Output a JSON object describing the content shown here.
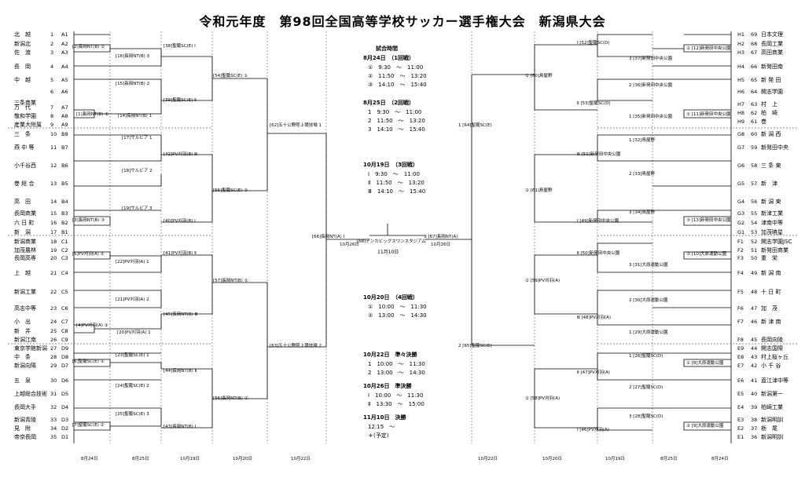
{
  "title": "令和元年度　第98回全国高等学校サッカー選手権大会　新潟県大会",
  "left_teams": [
    {
      "name": "北　越",
      "no": "1",
      "slot": "A1"
    },
    {
      "name": "新潟北",
      "no": "2",
      "slot": "A2"
    },
    {
      "name": "佐　渡",
      "no": "3",
      "slot": "A3"
    },
    {
      "name": "長　岡",
      "no": "4",
      "slot": "A4"
    },
    {
      "name": "中　越",
      "no": "5",
      "slot": "A5"
    },
    {
      "name": "",
      "no": "6",
      "slot": "A6"
    },
    {
      "name": "三条商業",
      "no": "",
      "slot": ""
    },
    {
      "name": "万　代",
      "no": "7",
      "slot": "A7"
    },
    {
      "name": "敬和学園",
      "no": "8",
      "slot": "A8"
    },
    {
      "name": "産業大附属",
      "no": "9",
      "slot": "A9"
    },
    {
      "name": "三　条",
      "no": "10",
      "slot": "B8"
    },
    {
      "name": "燕 中 等",
      "no": "11",
      "slot": "B7"
    },
    {
      "name": "小千谷西",
      "no": "12",
      "slot": "B6"
    },
    {
      "name": "巻 総 合",
      "no": "13",
      "slot": "B5"
    },
    {
      "name": "高　田",
      "no": "14",
      "slot": "B4"
    },
    {
      "name": "長岡商業",
      "no": "15",
      "slot": "B3"
    },
    {
      "name": "六 日 町",
      "no": "16",
      "slot": "B2"
    },
    {
      "name": "新　潟",
      "no": "17",
      "slot": "B1"
    },
    {
      "name": "新潟商業",
      "no": "18",
      "slot": "C1"
    },
    {
      "name": "加茂農林",
      "no": "19",
      "slot": "C2"
    },
    {
      "name": "長岡高専",
      "no": "20",
      "slot": "C3"
    },
    {
      "name": "上　越",
      "no": "21",
      "slot": "C4"
    },
    {
      "name": "新潟工業",
      "no": "22",
      "slot": "C5"
    },
    {
      "name": "高志中等",
      "no": "23",
      "slot": "C6"
    },
    {
      "name": "小　出",
      "no": "24",
      "slot": "C7"
    },
    {
      "name": "新　井",
      "no": "25",
      "slot": "C8"
    },
    {
      "name": "新潟江南",
      "no": "26",
      "slot": "C9"
    },
    {
      "name": "東京学館新潟",
      "no": "27",
      "slot": "D9"
    },
    {
      "name": "中　条",
      "no": "28",
      "slot": "D8"
    },
    {
      "name": "新潟向陽",
      "no": "29",
      "slot": "D7"
    },
    {
      "name": "五　泉",
      "no": "30",
      "slot": "D6"
    },
    {
      "name": "上越総合技術",
      "no": "31",
      "slot": "D5"
    },
    {
      "name": "長岡大手",
      "no": "32",
      "slot": "D4"
    },
    {
      "name": "新潟青陵",
      "no": "33",
      "slot": "D3"
    },
    {
      "name": "見　附",
      "no": "34",
      "slot": "D2"
    },
    {
      "name": "帝京長岡",
      "no": "35",
      "slot": "D1"
    }
  ],
  "right_teams": [
    {
      "slot": "H1",
      "no": "69",
      "name": "日本文理"
    },
    {
      "slot": "H2",
      "no": "68",
      "name": "長岡工業"
    },
    {
      "slot": "H3",
      "no": "67",
      "name": "高田商業"
    },
    {
      "slot": "H4",
      "no": "66",
      "name": "新発田南"
    },
    {
      "slot": "H5",
      "no": "65",
      "name": "新 発 田"
    },
    {
      "slot": "H6",
      "no": "64",
      "name": "開志学園"
    },
    {
      "slot": "H7",
      "no": "63",
      "name": "村　上"
    },
    {
      "slot": "H8",
      "no": "62",
      "name": "柏　崎"
    },
    {
      "slot": "H9",
      "no": "61",
      "name": "巻"
    },
    {
      "slot": "G8",
      "no": "60",
      "name": "新 潟 西"
    },
    {
      "slot": "G7",
      "no": "59",
      "name": "新発田中央"
    },
    {
      "slot": "G6",
      "no": "58",
      "name": "三 条 東"
    },
    {
      "slot": "G5",
      "no": "57",
      "name": "新　津"
    },
    {
      "slot": "G4",
      "no": "56",
      "name": "新 潟 東"
    },
    {
      "slot": "G3",
      "no": "55",
      "name": "新津工業"
    },
    {
      "slot": "G2",
      "no": "54",
      "name": "津南中等"
    },
    {
      "slot": "G1",
      "no": "53",
      "name": "加茂暁星"
    },
    {
      "slot": "F1",
      "no": "52",
      "name": "開志学園JSC"
    },
    {
      "slot": "F2",
      "no": "51",
      "name": "新発田商業"
    },
    {
      "slot": "F3",
      "no": "50",
      "name": "重　栄"
    },
    {
      "slot": "F4",
      "no": "49",
      "name": "新 潟 南"
    },
    {
      "slot": "F5",
      "no": "48",
      "name": "十 日 町"
    },
    {
      "slot": "F6",
      "no": "47",
      "name": "加　茂"
    },
    {
      "slot": "F7",
      "no": "46",
      "name": "新 津 南"
    },
    {
      "slot": "F8",
      "no": "45",
      "name": "長岡向陵"
    },
    {
      "slot": "E9",
      "no": "44",
      "name": "開志国際"
    },
    {
      "slot": "E8",
      "no": "43",
      "name": "村上桜ヶ丘"
    },
    {
      "slot": "E7",
      "no": "42",
      "name": "小 千 谷"
    },
    {
      "slot": "E6",
      "no": "41",
      "name": "直江津中等"
    },
    {
      "slot": "E5",
      "no": "40",
      "name": "新潟第一"
    },
    {
      "slot": "E4",
      "no": "39",
      "name": "柏崎工業"
    },
    {
      "slot": "E3",
      "no": "38",
      "name": "新潟明訓"
    },
    {
      "slot": "E2",
      "no": "37",
      "name": "栃　尾"
    },
    {
      "slot": "E1",
      "no": "36",
      "name": "新潟明訓"
    }
  ],
  "left_r1": [
    "[2]長岡NT(B) ②",
    "[1]長岡NT(B) ①",
    "[3]長岡NT(B) ③",
    "[5]PV刈羽(A) ②",
    "[4]PV刈羽(A) ①",
    "[6]聖籠SC(E) ①",
    "[7]聖籠SC(E) ②"
  ],
  "left_r2": [
    "[16]長岡NT(B) 3",
    "[15]長岡NT(B) 2",
    "[14]長岡NT(B) 1",
    "[17]サルビア 1",
    "[18]サルビア 2",
    "[19]サルビア 3",
    "[22]PV刈羽(A) 1",
    "[21]PV刈羽(A) 2",
    "[20]PV刈羽(A) 1",
    "[23]聖籠SC(E) 1",
    "[24]聖籠SC(E) 2",
    "[25]聖籠SC(E) 3"
  ],
  "left_r3": [
    "[38]聖籠SC(E) Ⅰ",
    "[39]聖籠SC(E) Ⅱ",
    "[42]PV刈羽(B) Ⅲ",
    "[40]PV刈羽(B) Ⅰ",
    "[41]PV刈羽(B) Ⅱ",
    "[45]長岡NT(B) Ⅲ",
    "[44]長岡NT(B) Ⅱ",
    "[43]長岡NT(B) Ⅰ"
  ],
  "left_r4": [
    "[54]聖籠SC(E) ①",
    "[55]聖籠SC(E) ②",
    "[57]長岡NT(B) ②",
    "[56]長岡NT(B) ①"
  ],
  "left_qf": [
    "[62]五十公野陸上競技場 1",
    "[63]五十公野陸上競技場 2"
  ],
  "left_sf": "[66]長岡NT(A) Ⅰ",
  "final": "[68]デンカビッグスワンスタジアム",
  "final_date": "11月10日",
  "right_sf": "Ⅱ [67]長岡NT(A)",
  "sf_date": "10月26日",
  "right_qf": [
    "1 [64]聖籠SC(E)",
    "2 [65]聖籠SC(E)"
  ],
  "right_r4": [
    "① [60]鳥屋野",
    "② [61]鳥屋野",
    "② [59]PV刈羽(A)",
    "① [58]PV刈羽(A)"
  ],
  "right_r3": [
    "Ⅰ [52]聖籠SC(D)",
    "Ⅱ [53]聖籠SC(D)",
    "Ⅲ [51]新発田中央公園",
    "Ⅰ [49]新発田中央公園",
    "Ⅱ [50]新発田中央公園",
    "Ⅲ [48]PV刈羽(A)",
    "Ⅱ [47]PV刈羽(A)",
    "Ⅰ [46]PV刈羽(A)"
  ],
  "right_r2": [
    "3 [37]新発田中央公園",
    "2 [36]新発田中央公園",
    "1 [35]新発田中央公園",
    "1 [32]鳥屋野",
    "2 [33]鳥屋野",
    "3 [34]鳥屋野",
    "3 [31]大原運動公園",
    "2 [30]大原運動公園",
    "1 [29]大原運動公園",
    "1 [26]聖籠SC(D)",
    "2 [27]聖籠SC(D)",
    "3 [28]聖籠SC(D)"
  ],
  "right_r1": [
    "② [12]新発田中央公園",
    "① [11]新発田中央公園",
    "③ [13]新発田中央公園",
    "③ [10]大原運動公園",
    "① [8]大原運動公園",
    "② [9]大原運動公園"
  ],
  "schedule": [
    {
      "h": "試合時間",
      "lines": []
    },
    {
      "h": "8月24日　（1回戦）",
      "lines": [
        "①　9:30　～　11:00",
        "②　11:50　～　13:20",
        "③　14:10　～　15:40"
      ]
    },
    {
      "h": "8月25日　（2回戦）",
      "lines": [
        "1　9:30　～　11:00",
        "2　11:50　～　13:20",
        "3　14:10　～　15:40"
      ]
    },
    {
      "h": "10月19日　（3回戦）",
      "lines": [
        "Ⅰ　9:30　～　11:00",
        "Ⅱ　11:50　～　13:20",
        "Ⅲ　14:10　～　15:40"
      ]
    },
    {
      "h": "10月20日　（4回戦）",
      "lines": [
        "①　10:00　～　11:30",
        "②　13:00　～　14:30"
      ]
    },
    {
      "h": "10月22日　準々決勝",
      "lines": [
        "1　10:00　～　11:30",
        "2　13:00　～　14:30"
      ]
    },
    {
      "h": "10月26日　準決勝",
      "lines": [
        "Ⅰ　10:00　～　11:30",
        "Ⅱ　13:30　～　15:00"
      ]
    },
    {
      "h": "11月10日　決勝",
      "lines": [
        "12:15　～",
        "＊(予定)"
      ]
    }
  ],
  "footer_dates": [
    "8月24日",
    "8月25日",
    "10月19日",
    "10月20日",
    "10月22日",
    "10月22日",
    "10月20日",
    "10月19日",
    "8月25日",
    "8月24日"
  ]
}
